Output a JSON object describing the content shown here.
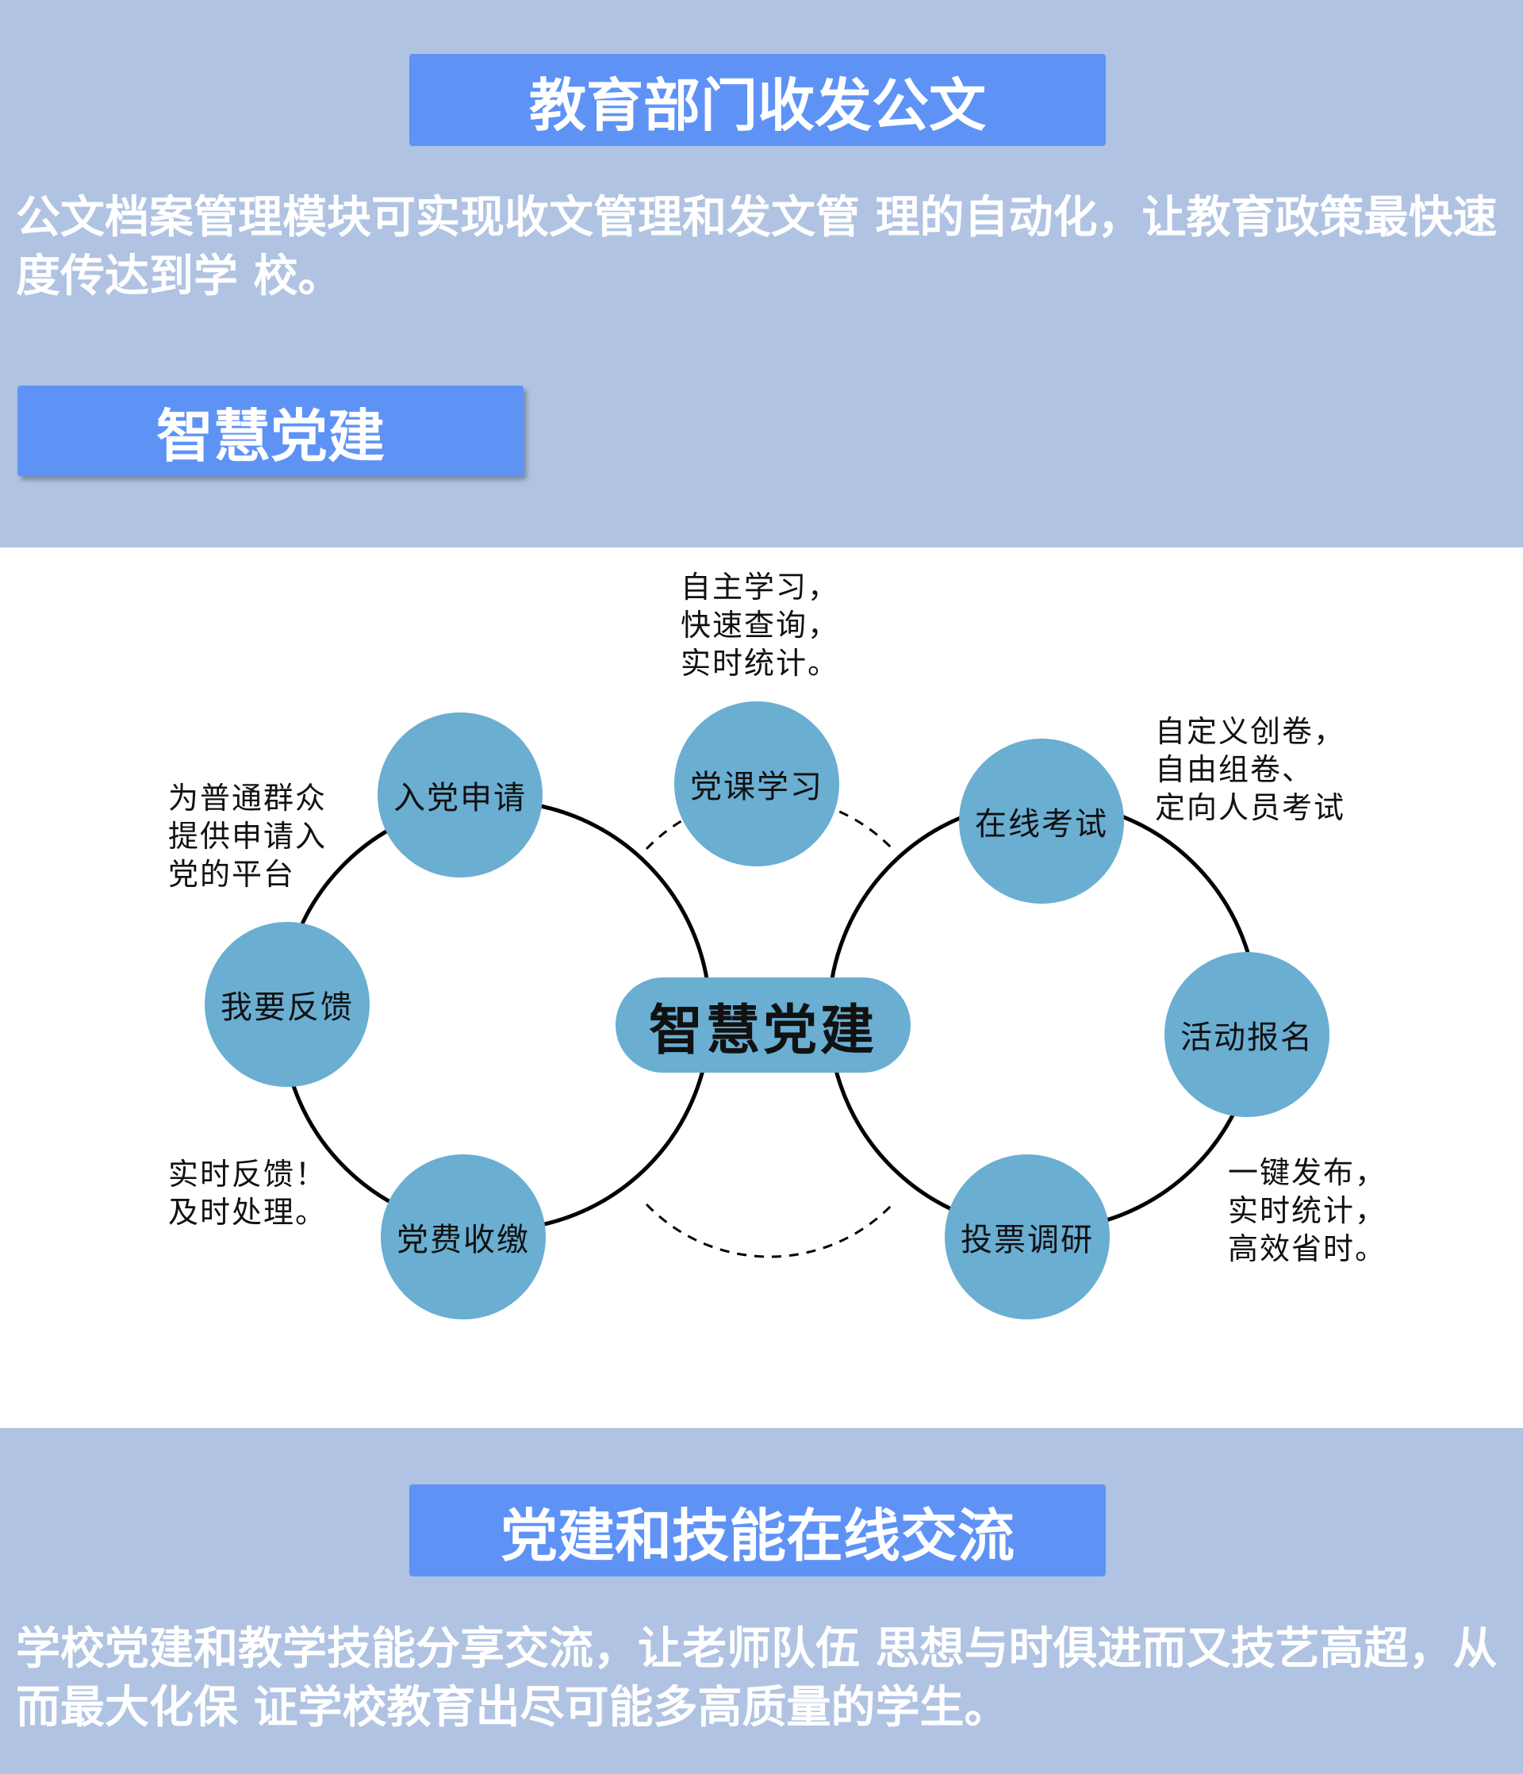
{
  "section1": {
    "title": "教育部门收发公文",
    "description": "公文档案管理模块可实现收文管理和发文管 理的自动化，让教育政策最快速度传达到学 校。"
  },
  "section2": {
    "title": "智慧党建"
  },
  "diagram": {
    "center_label": "智慧党建",
    "nodes": [
      "入党申请",
      "党课学习",
      "在线考试",
      "我要反馈",
      "活动报名",
      "党费收缴",
      "投票调研"
    ],
    "notes": {
      "top": "自主学习，\n快速查询，\n实时统计。",
      "top_right": "自定义创卷，\n自由组卷、\n定向人员考试",
      "left": "为普通群众\n提供申请入\n党的平台",
      "bottom_left": "实时反馈！\n及时处理。",
      "bottom_right": "一键发布，\n实时统计，\n高效省时。"
    },
    "node_color": "#6aaed2"
  },
  "section3": {
    "title": "党建和技能在线交流",
    "description": "学校党建和教学技能分享交流，让老师队伍 思想与时俱进而又技艺高超，从而最大化保 证学校教育出尽可能多高质量的学生。"
  },
  "colors": {
    "background": "#b0c3e2",
    "banner": "#5e93f5",
    "text_light": "#ffffff"
  }
}
